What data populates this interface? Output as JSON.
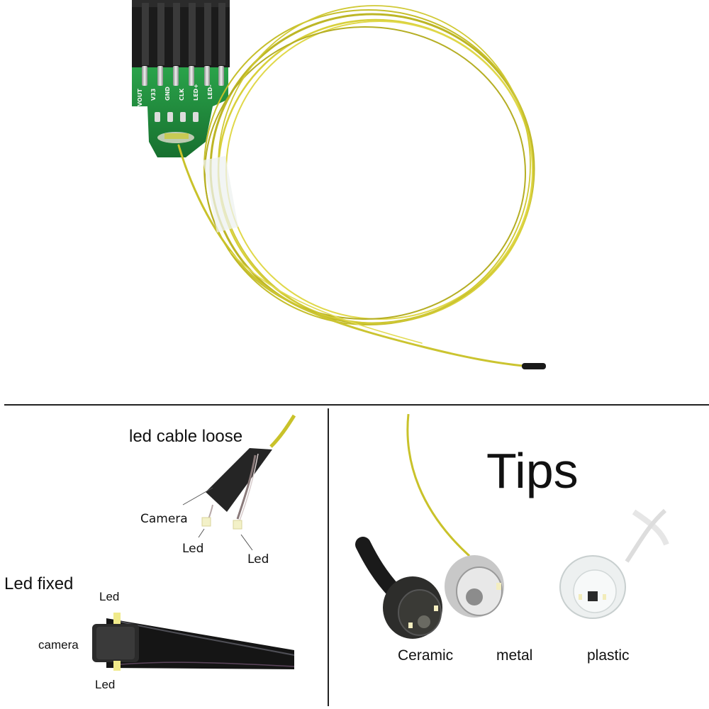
{
  "top_photo": {
    "pcb_pin_labels": [
      "VOUT",
      "V33",
      "GND",
      "CLK",
      "LED+",
      "LED-"
    ]
  },
  "bottom_left": {
    "loose_title": "led cable loose",
    "loose_labels": {
      "camera": "Camera",
      "led_left": "Led",
      "led_right": "Led"
    },
    "fixed_title": "Led fixed",
    "fixed_labels": {
      "led_top": "Led",
      "camera": "camera",
      "led_bottom": "Led"
    }
  },
  "bottom_right": {
    "title": "Tips",
    "tip_labels": [
      "Ceramic",
      "metal",
      "plastic"
    ]
  },
  "colors": {
    "cable_yellow": "#c9c22a",
    "pcb_green": "#1f8a3c",
    "connector_black": "#1b1b1b",
    "divider": "#222222"
  }
}
